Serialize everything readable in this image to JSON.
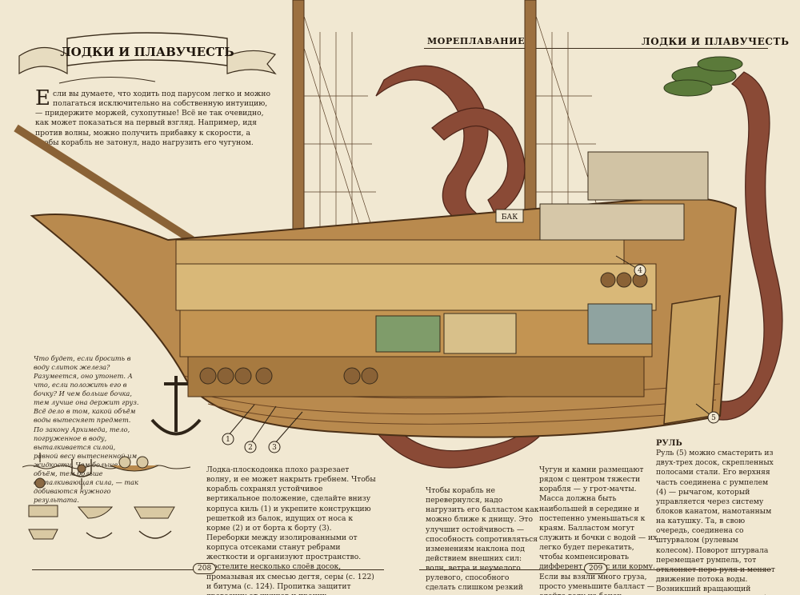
{
  "left": {
    "banner_title": "ЛОДКИ И ПЛАВУЧЕСТЬ",
    "intro_dropcap": "Е",
    "intro": "сли вы думаете, что ходить под парусом легко и можно полагаться исключительно на собственную интуицию, — придержите моржей, сухопутные! Всё не так очевидно, как может показаться на первый взгляд. Например, идя против волны, можно получить прибавку к скорости, а чтобы корабль не затонул, надо нагрузить его чугуном.",
    "side_note": "Что будет, если бросить в воду слиток железа? Разумеется, оно утонет. А что, если положить его в бочку? И чем больше бочка, тем лучше она держит груз. Всё дело в том, какой объём воды вытесняет предмет. По закону Архимеда, тело, погруженное в воду, выталкивается силой, равной весу вытесненной им жидкости. Чем больше объём, тем больше выталкивающая сила, — так добиваются нужного результата.",
    "bottom_text": "Лодка-плоскодонка плохо разрезает волну, и ее может накрыть гребнем. Чтобы корабль сохранял устойчивое вертикальное положение, сделайте внизу корпуса киль (1) и укрепите конструкцию решеткой из балок, идущих от носа к корме (2) и от борта к борту (3). Переборки между изолированными от корпуса отсеками станут ребрами жесткости и организуют пространство. Постелите несколько слоёв досок, промазывая их смесью дегтя, серы (с. 122) и битума (с. 124). Пропитка защитит древесину от жучков и прочих вредителей, которые любят ею поживиться.",
    "page_number": "208",
    "callouts": [
      "1",
      "2",
      "3"
    ]
  },
  "right": {
    "section": "МОРЕПЛАВАНИЕ",
    "title": "ЛОДКИ И ПЛАВУЧЕСТЬ",
    "bak_sign": "БАК",
    "col1": "Чтобы корабль не перевернулся, надо нагрузить его балластом как можно ближе к днищу. Это улучшит остойчивость — способность сопротивляться изменениям наклона под действием внешних сил: волн, ветра и неумелого рулевого, способного сделать слишком резкий поворот.",
    "col2": "Чугун и камни размещают рядом с центром тяжести корабля — у грот-мачты. Масса должна быть наибольшей в середине и постепенно уменьшаться к краям. Балластом могут служить и бочки с водой — их легко будет перекатить, чтобы компенсировать дифферент на нос или корму. Если вы взяли много груза, просто уменьшите балласт — слейте воду из бочек.",
    "rudder_title": "РУЛЬ",
    "rudder_text": "Руль (5) можно смастерить из двух-трех досок, скрепленных полосами стали. Его верхняя часть соединена с румпелем (4) — рычагом, который управляется через систему блоков канатом, намотанным на катушку. Та, в свою очередь, соединена со штурвалом (рулевым колесом). Поворот штурвала перемещает румпель, тот отклоняет перо руля и меняет движение потока воды. Возникший вращающий момент поворачивает корабль в нужную сторону.",
    "page_number": "209",
    "callouts": [
      "4",
      "5"
    ]
  },
  "colors": {
    "paper": "#f1e8d2",
    "wood": "#b98a4e",
    "wood_dark": "#6b4422",
    "octopus": "#8a4a36",
    "ink": "#2b2014"
  }
}
